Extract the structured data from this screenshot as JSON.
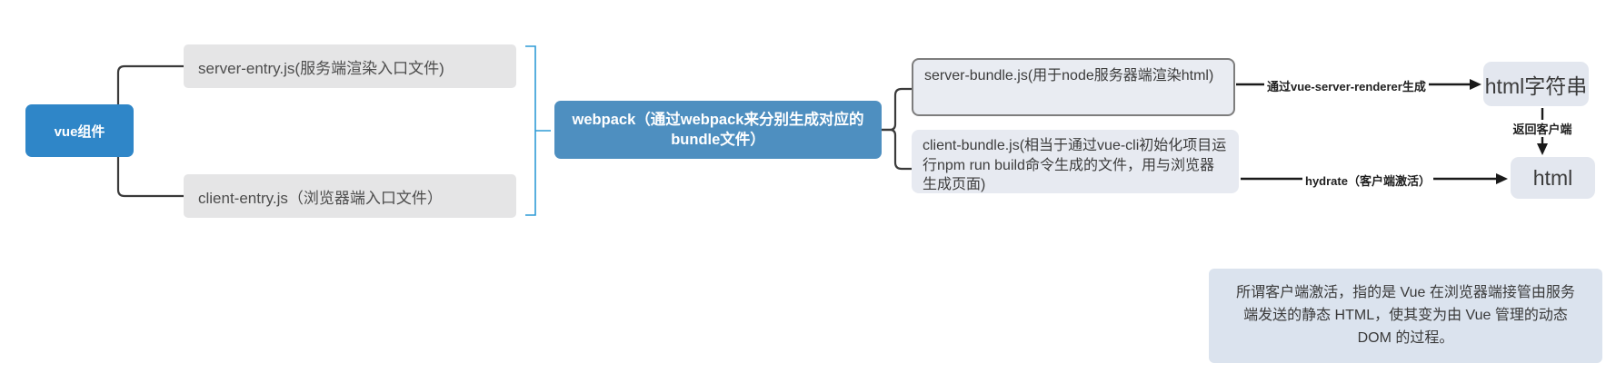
{
  "diagram": {
    "nodes": {
      "vue": {
        "label": "vue组件"
      },
      "server_entry": {
        "label": "server-entry.js(服务端渲染入口文件)"
      },
      "client_entry": {
        "label": "client-entry.js（浏览器端入口文件）"
      },
      "webpack": {
        "label": "webpack（通过webpack来分别生成对应的bundle文件）"
      },
      "server_bundle": {
        "label": "server-bundle.js(用于node服务器端渲染html)"
      },
      "client_bundle": {
        "label": "client-bundle.js(相当于通过vue-cli初始化项目运行npm run build命令生成的文件，用与浏览器生成页面)"
      },
      "html_string": {
        "label": "html字符串"
      },
      "html": {
        "label": "html"
      },
      "note": {
        "label": "所谓客户端激活，指的是 Vue 在浏览器端接管由服务端发送的静态 HTML，使其变为由 Vue 管理的动态 DOM 的过程。"
      }
    },
    "edge_labels": {
      "renderer": "通过vue-server-renderer生成",
      "return_client": "返回客户端",
      "hydrate": "hydrate（客户端激活）"
    },
    "colors": {
      "vue_node_blue": "#2f86c8",
      "webpack_node_blue": "#4e8fc0",
      "bracket_blue": "#2e9bd6",
      "connector_dark": "#3a3a3a",
      "gray_node_bg": "#e5e5e6",
      "bundle_node_bg": "#e7eaf1",
      "bundle_border_gray": "#7d7d7d",
      "html_node_bg": "#e3e7ef",
      "note_bg": "#dbe3ee"
    }
  }
}
